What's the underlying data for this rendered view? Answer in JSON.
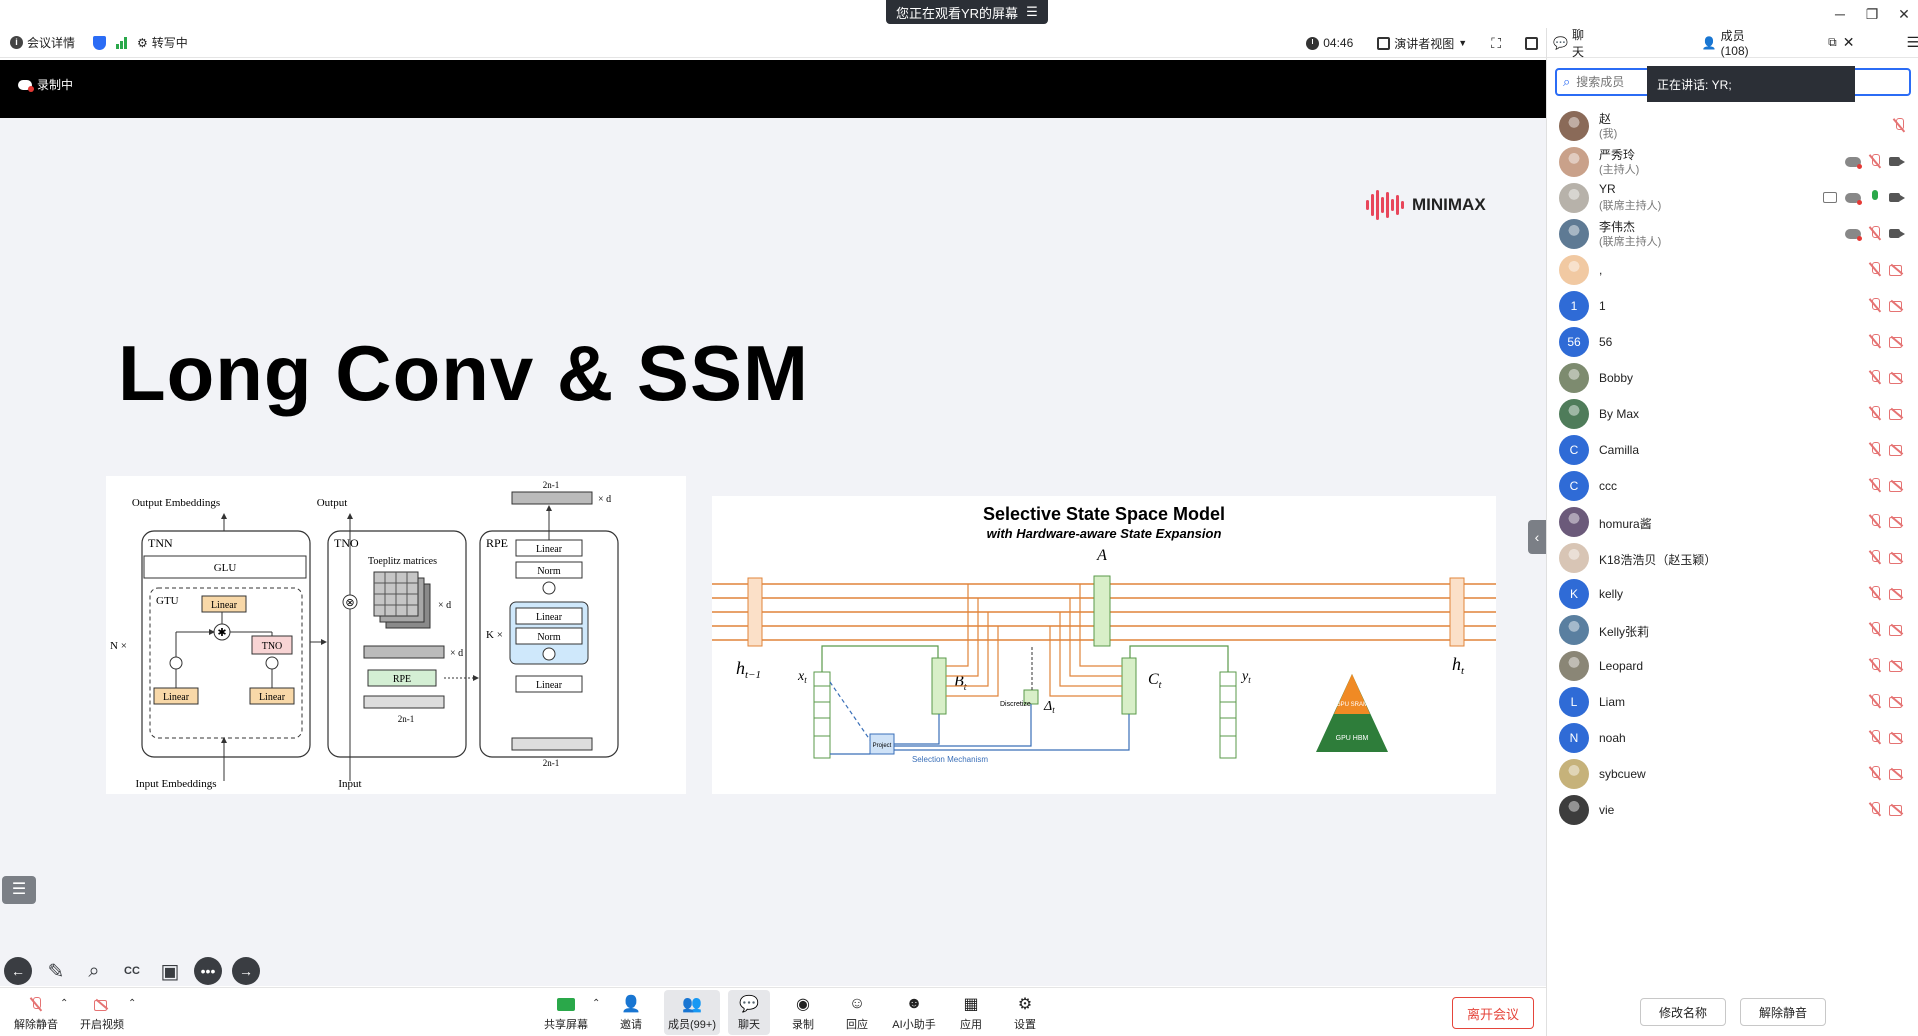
{
  "title_bar": {
    "share_banner": "您正在观看YR的屏幕",
    "controls": [
      "─",
      "❐",
      "✕"
    ]
  },
  "info_bar": {
    "meeting_details": "会议详情",
    "transcribing": "转写中",
    "timer": "04:46",
    "view_mode": "演讲者视图"
  },
  "screen": {
    "recording_label": "录制中",
    "slide": {
      "title": "Long Conv & SSM",
      "logo_text": "MINIMAX"
    },
    "figure_left": {
      "output_embeddings": "Output Embeddings",
      "input_embeddings": "Input Embeddings",
      "output": "Output",
      "input": "Input",
      "tnn": "TNN",
      "tno": "TNO",
      "rpe": "RPE",
      "glu": "GLU",
      "gtu": "GTU",
      "linear": "Linear",
      "tno_box": "TNO",
      "toeplitz": "Toeplitz matrices",
      "times_d": "× d",
      "n_times": "N ×",
      "k_times": "K ×",
      "norm": "Norm",
      "two_n": "2n-1",
      "rpe_box": "RPE"
    },
    "figure_right": {
      "title": "Selective State Space Model",
      "subtitle": "with Hardware-aware State Expansion",
      "a": "A",
      "h_prev": "h",
      "h_prev_sub": "t−1",
      "h_t": "h",
      "h_t_sub": "t",
      "x_t": "x",
      "y_t": "y",
      "b_t": "B",
      "c_t": "C",
      "delta_t": "Δ",
      "t_sub": "t",
      "discretize": "Discretize",
      "project": "Project",
      "selection": "Selection Mechanism",
      "gpu_sram": "GPU SRAM",
      "gpu_hbm": "GPU HBM"
    }
  },
  "toolbar": {
    "unmute": "解除静音",
    "start_video": "开启视频",
    "share_screen": "共享屏幕",
    "invite": "邀请",
    "members": "成员(99+)",
    "chat": "聊天",
    "record": "录制",
    "react": "回应",
    "ai_assistant": "AI小助手",
    "apps": "应用",
    "settings": "设置",
    "leave": "离开会议"
  },
  "panel": {
    "chat_tab": "聊天",
    "members_tab": "成员(108)",
    "search_placeholder": "搜索成员",
    "speaking": "正在讲话:  YR;",
    "members": [
      {
        "name": "赵",
        "role": "(我)",
        "avatar": "photo",
        "color": "#8a6a58"
      },
      {
        "name": "严秀玲",
        "role": "(主持人)",
        "avatar": "photo",
        "color": "#c9a18a"
      },
      {
        "name": "YR",
        "role": "(联席主持人)",
        "avatar": "photo",
        "color": "#b7b2aa"
      },
      {
        "name": "李伟杰",
        "role": "(联席主持人)",
        "avatar": "photo",
        "color": "#5e7a94"
      },
      {
        "name": ",",
        "role": "",
        "avatar": "photo",
        "color": "#f1c9a2"
      },
      {
        "name": "1",
        "role": "",
        "avatar": "1",
        "color": "#2f6bd6"
      },
      {
        "name": "56",
        "role": "",
        "avatar": "56",
        "color": "#2f6bd6"
      },
      {
        "name": "Bobby",
        "role": "",
        "avatar": "photo",
        "color": "#7d8b6f"
      },
      {
        "name": "By Max",
        "role": "",
        "avatar": "photo",
        "color": "#4f7c5a"
      },
      {
        "name": "Camilla",
        "role": "",
        "avatar": "C",
        "color": "#2f6bd6"
      },
      {
        "name": "ccc",
        "role": "",
        "avatar": "C",
        "color": "#2f6bd6"
      },
      {
        "name": "homura酱",
        "role": "",
        "avatar": "photo",
        "color": "#6b5a7a"
      },
      {
        "name": "K18浩浩贝（赵玉颖）",
        "role": "",
        "avatar": "photo",
        "color": "#d8c5b5"
      },
      {
        "name": "kelly",
        "role": "",
        "avatar": "K",
        "color": "#2f6bd6"
      },
      {
        "name": "Kelly张莉",
        "role": "",
        "avatar": "photo",
        "color": "#5a7fa0"
      },
      {
        "name": "Leopard",
        "role": "",
        "avatar": "photo",
        "color": "#8a8676"
      },
      {
        "name": "Liam",
        "role": "",
        "avatar": "L",
        "color": "#2f6bd6"
      },
      {
        "name": "noah",
        "role": "",
        "avatar": "N",
        "color": "#2f6bd6"
      },
      {
        "name": "sybcuew",
        "role": "",
        "avatar": "photo",
        "color": "#c6b27a"
      },
      {
        "name": "vie",
        "role": "",
        "avatar": "photo",
        "color": "#3d3d3d"
      }
    ],
    "rename": "修改名称",
    "unmute": "解除静音"
  }
}
